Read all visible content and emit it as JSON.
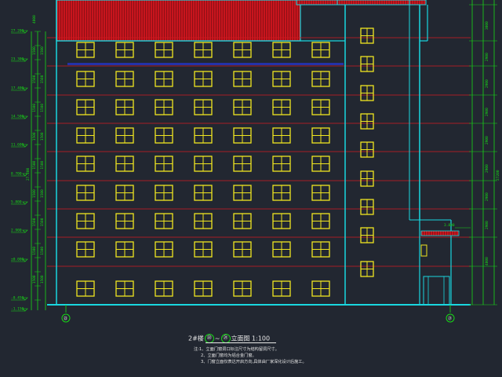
{
  "drawing": {
    "title": {
      "prefix": "2#楼",
      "axis_from": "㉒",
      "sep": "~",
      "axis_to": "㉑",
      "suffix": "立面图",
      "scale": "1:100"
    },
    "notes": [
      "注:1、立面门窗洞口标注尺寸为结构留洞尺寸。",
      "2、立面门窗均为铝合金门窗。",
      "3、门窗立面仅表达开启方向,具体由厂家深化设计后施工。"
    ],
    "axis_bubbles": [
      "㉒",
      "㉑"
    ],
    "level_labels": [
      "27.200",
      "23.300",
      "17.400",
      "14.500",
      "11.600",
      "8.700",
      "5.800",
      "2.900",
      "±0.000",
      "-0.450",
      "-1.150"
    ],
    "left_dims": [
      "1500",
      "1500",
      "1500",
      "1500",
      "1500",
      "1500",
      "1500",
      "1500",
      "1500",
      "1500"
    ],
    "left_dim_total": "27.200",
    "left_top_dim": "4000",
    "right_dims": [
      "3000",
      "2900",
      "2900",
      "2900",
      "2900",
      "2900",
      "2900",
      "2900",
      "4000"
    ],
    "right_dim_total": "27200",
    "annex_level": "3.800",
    "colors": {
      "background": "#222731",
      "outline": "#19d7e0",
      "floor_line": "#d51a22",
      "window": "#f0e620",
      "roof": "#c8151d",
      "dimension": "#17d817",
      "band": "#2432a8"
    }
  }
}
